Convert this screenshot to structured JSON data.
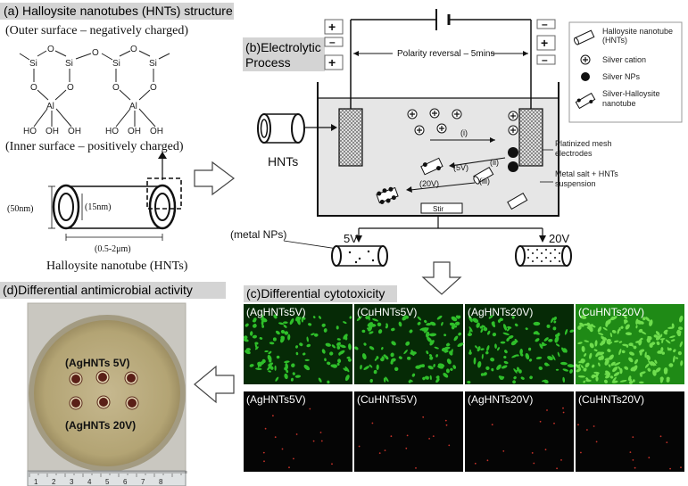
{
  "panel_a": {
    "title": "(a) Halloysite nanotubes (HNTs) structure",
    "outer_surface": "(Outer surface – negatively charged)",
    "inner_surface": "(Inner surface – positively charged)",
    "atoms": {
      "si": "Si",
      "o": "O",
      "al": "Al",
      "ho": "HO",
      "oh": "OH"
    },
    "dim_diameter": "(50nm)",
    "dim_lumen": "(15nm)",
    "dim_length": "(0.5-2μm)",
    "caption": "Halloysite nanotube (HNTs)"
  },
  "panel_b": {
    "title_line1": "(b)Electrolytic",
    "title_line2": "Process",
    "polarity": "Polarity reversal – 5mins",
    "plus": "+",
    "minus": "–",
    "hnts_label": "HNTs",
    "step_i": "(i)",
    "step_ii": "(ii)",
    "step_iii": "(iii)",
    "v5_inner": "(5V)",
    "v20_inner": "(20V)",
    "stir": "Stir",
    "electrodes": [
      "Platinized mesh",
      "electrodes"
    ],
    "suspension": [
      "Metal salt + HNTs",
      "suspension"
    ],
    "metal_nps": "(metal NPs)",
    "v5": "5V",
    "v20": "20V"
  },
  "legend": {
    "items": [
      {
        "label": [
          "Halloysite nanotube",
          "(HNTs)"
        ],
        "icon": "hnt-tube-icon"
      },
      {
        "label": [
          "Silver cation"
        ],
        "icon": "silver-cation-icon"
      },
      {
        "label": [
          "Silver NPs"
        ],
        "icon": "silver-np-icon"
      },
      {
        "label": [
          "Silver-Halloysite",
          "nanotube"
        ],
        "icon": "silver-hnt-icon"
      }
    ]
  },
  "panel_c": {
    "title": "(c)Differential cytotoxicity",
    "top_labels": [
      "(AgHNTs5V)",
      "(CuHNTs5V)",
      "(AgHNTs20V)",
      "(CuHNTs20V)"
    ],
    "bottom_labels": [
      "(AgHNTs5V)",
      "(CuHNTs5V)",
      "(AgHNTs20V)",
      "(CuHNTs20V)"
    ],
    "colors": {
      "live": "#2fbf2a",
      "dead": "#c8332a"
    }
  },
  "panel_d": {
    "title": "(d)Differential antimicrobial activity",
    "label_5v": "(AgHNTs 5V)",
    "label_20v": "(AgHNTs 20V)",
    "ruler_numbers": [
      "1",
      "2",
      "3",
      "4",
      "5",
      "6",
      "7",
      "8"
    ]
  },
  "colors": {
    "header_bg": "#d4d4d4",
    "arrow_fill": "#ffffff",
    "plate_bg": "#b8a980"
  }
}
